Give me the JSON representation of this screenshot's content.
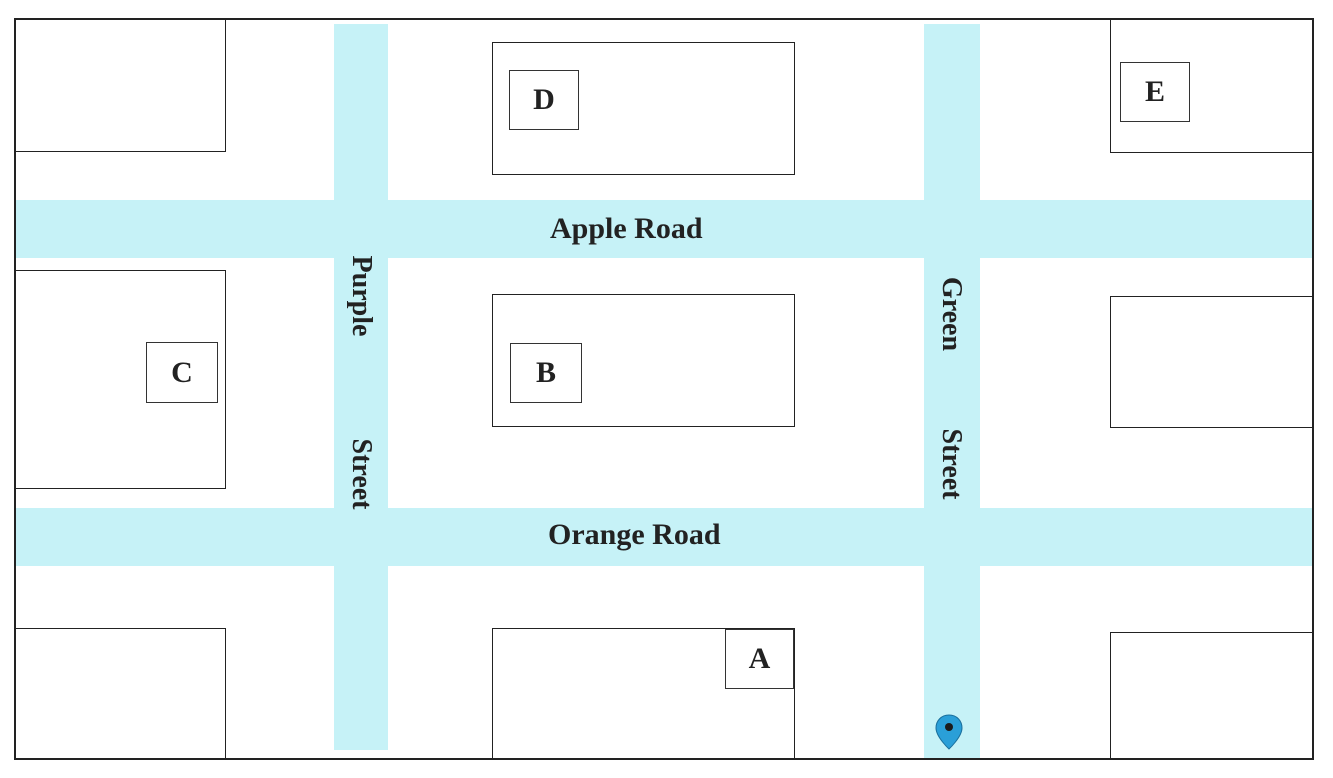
{
  "roads": {
    "apple_road": "Apple Road",
    "orange_road": "Orange Road",
    "purple_street": {
      "word1": "Purple",
      "word2": "Street"
    },
    "green_street": {
      "word1": "Green",
      "word2": "Street"
    }
  },
  "buildings": {
    "a": "A",
    "b": "B",
    "c": "C",
    "d": "D",
    "e": "E"
  },
  "marker": {
    "icon": "location-pin-icon",
    "color": "#2a9fd8"
  },
  "colors": {
    "road": "#c6f2f7",
    "outline": "#222222"
  }
}
